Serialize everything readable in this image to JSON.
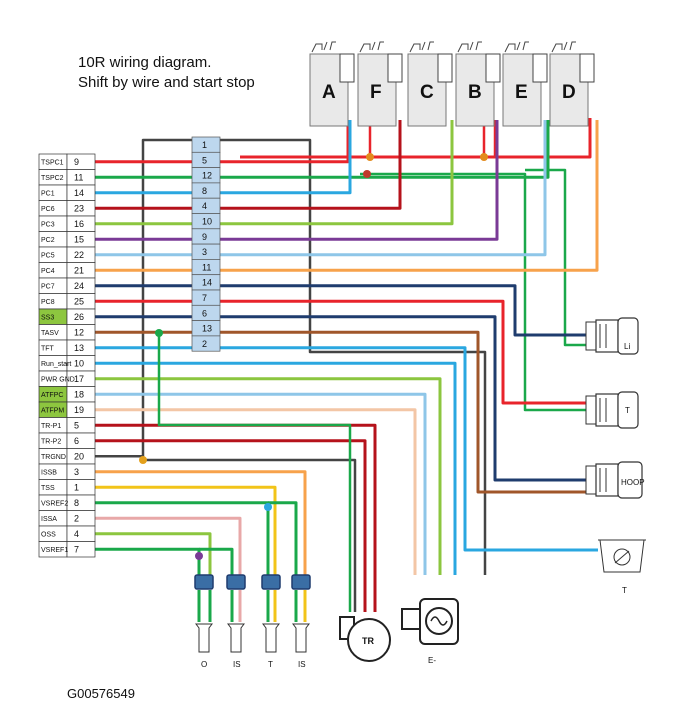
{
  "title": [
    "10R wiring diagram.",
    "Shift by wire and start stop"
  ],
  "code": "G00576549",
  "colors": {
    "red": "#e8242b",
    "green": "#1aa84a",
    "blue": "#2aa7e0",
    "darkred": "#b5121b",
    "lightgreen": "#8cc63f",
    "purple": "#7a3a96",
    "lightblue": "#8ec6e8",
    "orange": "#f7a24b",
    "navy": "#1f3c6e",
    "brown": "#a0562a",
    "gray": "#444444",
    "salmon": "#f3c6a6",
    "yellow": "#f2c418",
    "pink": "#e8a8a8",
    "connector": "#bdd7ee",
    "highlight": "#8dc63f"
  },
  "left_connector": [
    {
      "label": "TSPC1",
      "pin": "9",
      "color": "red"
    },
    {
      "label": "TSPC2",
      "pin": "11",
      "color": "green"
    },
    {
      "label": "PC1",
      "pin": "14",
      "color": "blue"
    },
    {
      "label": "PC6",
      "pin": "23",
      "color": "darkred"
    },
    {
      "label": "PC3",
      "pin": "16",
      "color": "lightgreen"
    },
    {
      "label": "PC2",
      "pin": "15",
      "color": "purple"
    },
    {
      "label": "PC5",
      "pin": "22",
      "color": "lightblue"
    },
    {
      "label": "PC4",
      "pin": "21",
      "color": "orange"
    },
    {
      "label": "PC7",
      "pin": "24",
      "color": "navy"
    },
    {
      "label": "PC8",
      "pin": "25",
      "color": "red"
    },
    {
      "label": "SS3",
      "pin": "26",
      "color": "navy",
      "highlight": true
    },
    {
      "label": "TASV",
      "pin": "12",
      "color": "brown"
    },
    {
      "label": "TFT",
      "pin": "13",
      "color": "blue"
    },
    {
      "label": "Run_start",
      "pin": "10",
      "color": "blue"
    },
    {
      "label": "PWR GND",
      "pin": "17",
      "color": "lightgreen"
    },
    {
      "label": "ATFPC",
      "pin": "18",
      "color": "blue",
      "highlight": true
    },
    {
      "label": "ATFPM",
      "pin": "19",
      "color": "salmon",
      "highlight": true
    },
    {
      "label": "TR-P1",
      "pin": "5",
      "color": "darkred"
    },
    {
      "label": "TR-P2",
      "pin": "6",
      "color": "darkred"
    },
    {
      "label": "TRGND",
      "pin": "20",
      "color": "gray"
    },
    {
      "label": "ISSB",
      "pin": "3",
      "color": "orange"
    },
    {
      "label": "TSS",
      "pin": "1",
      "color": "yellow"
    },
    {
      "label": "VSREF2",
      "pin": "8",
      "color": "green"
    },
    {
      "label": "ISSA",
      "pin": "2",
      "color": "pink"
    },
    {
      "label": "OSS",
      "pin": "4",
      "color": "lightgreen"
    },
    {
      "label": "VSREF1",
      "pin": "7",
      "color": "green"
    }
  ],
  "middle_connector": [
    "1",
    "5",
    "12",
    "8",
    "4",
    "10",
    "9",
    "3",
    "11",
    "14",
    "7",
    "6",
    "13",
    "2"
  ],
  "solenoids": [
    "A",
    "F",
    "C",
    "B",
    "E",
    "D"
  ],
  "components": {
    "li": "Li",
    "t_pressure": "T",
    "hoop": "HOOP",
    "temp_sensor": "T",
    "tr": "TR",
    "e_motor": "E-",
    "speed_sensors": [
      "O",
      "IS",
      "T",
      "IS"
    ]
  }
}
